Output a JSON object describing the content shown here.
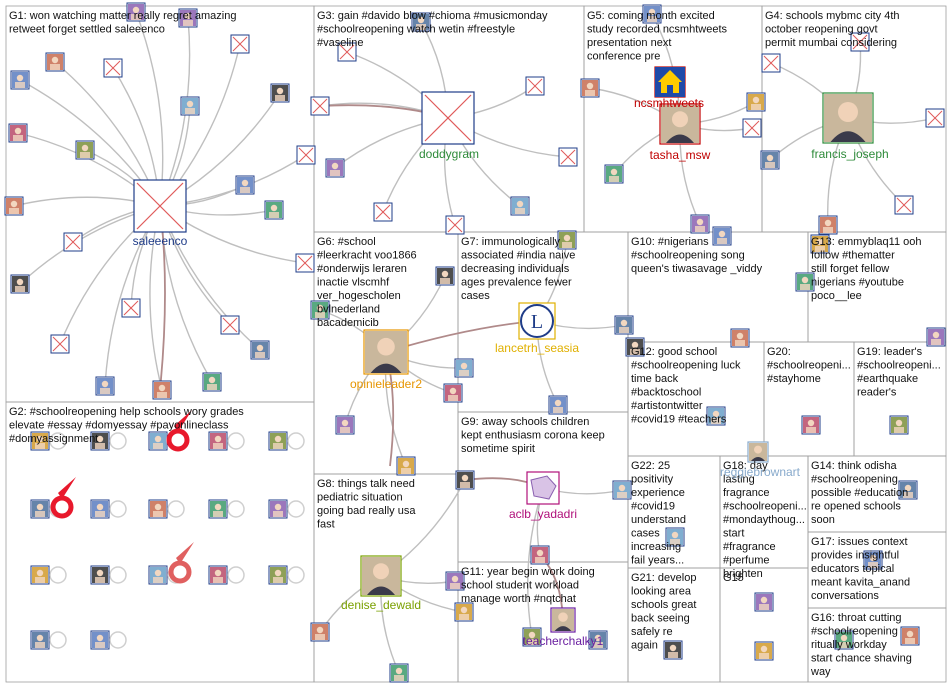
{
  "colors": {
    "edge": "#bfbfbf",
    "group_border": "#9e9e9e",
    "node_border": "#1f3c88",
    "broken_image_x": "#e05a5a",
    "label_default": "#1f3c88"
  },
  "groups": [
    {
      "id": "G1",
      "text": "G1: won watching matter really regret amazing retweet forget settled saleeenco"
    },
    {
      "id": "G2",
      "text": "G2: #schoolreopening help schools wory grades elevate #essay #domyessay #payonlineclass #domyassignment"
    },
    {
      "id": "G3",
      "text": "G3: gain #davido blow #chioma #musicmonday #schoolreopening watch wetin #freestyle #vaseline"
    },
    {
      "id": "G4",
      "text": "G4: schools mybmc city 4th october reopening govt permit mumbai considering"
    },
    {
      "id": "G5",
      "text": "G5: coming month excited study recorded ncsmhtweets presentation next conference pre"
    },
    {
      "id": "G6",
      "text": "G6: #school #leerkracht voo1866 #onderwijs leraren inactie vlscmhf ver_hogescholen bvlnederland bacademicib"
    },
    {
      "id": "G7",
      "text": "G7: immunologically associated #india naive decreasing individuals ages prevalence fewer cases"
    },
    {
      "id": "G8",
      "text": "G8: things talk need pediatric situation going bad really usa fast"
    },
    {
      "id": "G9",
      "text": "G9: away schools children kept enthusiasm corona keep sometime spirit"
    },
    {
      "id": "G10",
      "text": "G10: #nigerians #schoolreopening song queen's tiwasavage _viddy"
    },
    {
      "id": "G11",
      "text": "G11: year begin work doing school student workload manage worth #nqtchat"
    },
    {
      "id": "G12",
      "text": "G12: good school #schoolreopening luck time back #backtoschool #artistontwitter #covid19 #teachers"
    },
    {
      "id": "G13",
      "text": "G13: emmyblaq11 ooh follow #thematter still forget fellow nigerians #youtube poco__lee"
    },
    {
      "id": "G14",
      "text": "G14: think odisha #schoolreopening possible #education re opened schools soon"
    },
    {
      "id": "G15",
      "text": "G15"
    },
    {
      "id": "G16",
      "text": "G16: throat cutting #schoolreopening ritually workday start chance shaving way"
    },
    {
      "id": "G17",
      "text": "G17: issues context provides insightful educators topical meant kavita_anand conversations"
    },
    {
      "id": "G18",
      "text": "G18: day lasting fragrance #schoolreopeni... #mondaythoug... start #fragrance #perfume brighten"
    },
    {
      "id": "G19",
      "text": "G19: leader's #schoolreopeni... #earthquake reader's"
    },
    {
      "id": "G20",
      "text": "G20: #schoolreopeni... #stayhome"
    },
    {
      "id": "G21",
      "text": "G21: develop looking area schools great back seeing safely re again"
    },
    {
      "id": "G22",
      "text": "G22: 25 positivity experience #covid19 understand cases increasing fail years..."
    }
  ],
  "hubs": [
    {
      "id": "saleeenco",
      "label": "saleeenco",
      "color": "#1f3c88"
    },
    {
      "id": "doddygram",
      "label": "doddygram",
      "color": "#2e8b3a"
    },
    {
      "id": "ncsmhtweets",
      "label": "ncsmhtweets",
      "color": "#c00000"
    },
    {
      "id": "tasha_msw",
      "label": "tasha_msw",
      "color": "#c00000"
    },
    {
      "id": "francis_joseph",
      "label": "francis_joseph",
      "color": "#2e8b3a"
    },
    {
      "id": "opinieleader2",
      "label": "opinieleader2",
      "color": "#e69500"
    },
    {
      "id": "lancetrh_seasia",
      "label": "lancetrh_seasia",
      "color": "#e0b000"
    },
    {
      "id": "aclb_yadadri",
      "label": "aclb_yadadri",
      "color": "#b0107a"
    },
    {
      "id": "denise_dewald",
      "label": "denise_dewald",
      "color": "#7aa000"
    },
    {
      "id": "teacherchalky1",
      "label": "teacherchalky1",
      "color": "#6a1fa0"
    },
    {
      "id": "reggiebrownart",
      "label": "reggiebrownart",
      "color": "#88aacc"
    }
  ]
}
